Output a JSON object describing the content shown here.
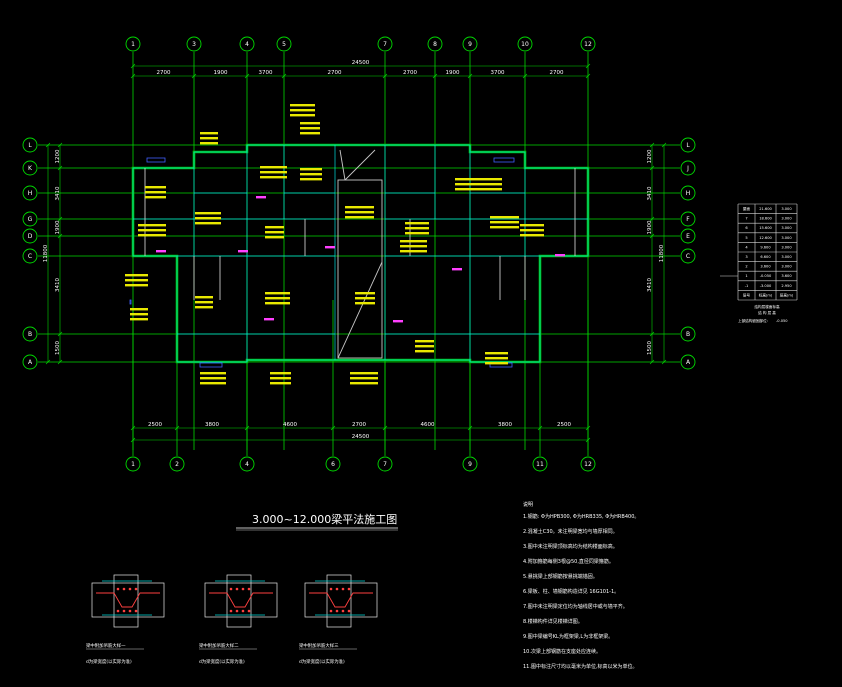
{
  "drawing": {
    "title": "3.000~12.000梁平法施工图",
    "axes_top": [
      "1",
      "3",
      "4",
      "5",
      "7",
      "8",
      "9",
      "10",
      "12"
    ],
    "axes_bottom": [
      "1",
      "2",
      "4",
      "6",
      "7",
      "9",
      "11",
      "12"
    ],
    "axes_left": [
      "L",
      "K",
      "H",
      "G",
      "D",
      "C",
      "B",
      "A"
    ],
    "axes_right": [
      "L",
      "J",
      "H",
      "F",
      "E",
      "C",
      "B",
      "A"
    ],
    "dims_top_total": "24500",
    "dims_top": [
      "2700",
      "1900",
      "3700",
      "2700",
      "2700",
      "1900",
      "3700",
      "2700"
    ],
    "dims_bottom_total": "24500",
    "dims_bottom": [
      "2500",
      "3800",
      "4600",
      "2700",
      "4600",
      "3800",
      "2500"
    ],
    "dims_left": [
      "1200",
      "3410",
      "1900",
      "3410",
      "1500"
    ],
    "dims_left_total": "11800",
    "dims_right": [
      "1200",
      "3410",
      "1900",
      "3410",
      "1500"
    ],
    "dims_right_total": "11800"
  },
  "level_table": {
    "rows": [
      [
        "屋面",
        "21.600",
        "3.000"
      ],
      [
        "7",
        "18.600",
        "3.000"
      ],
      [
        "6",
        "15.600",
        "3.000"
      ],
      [
        "5",
        "12.600",
        "3.000"
      ],
      [
        "4",
        "9.600",
        "3.000"
      ],
      [
        "3",
        "6.600",
        "3.000"
      ],
      [
        "2",
        "3.600",
        "3.000"
      ],
      [
        "1",
        "-0.050",
        "3.600"
      ],
      [
        "-1",
        "-3.000",
        "2.950"
      ],
      [
        "层号",
        "标高(m)",
        "层高(m)"
      ]
    ],
    "caption": "结构层楼面标高",
    "caption2": "结 构 层 高",
    "note1": "上部结构嵌固部位:",
    "note2": "-0.050"
  },
  "notes": {
    "heading": "说明",
    "items": [
      "1.钢筋: Φ为HPB300, Φ为HRB335, Φ为HRB400。",
      "2.混凝土C30。未注明梁宽均与墙厚相同。",
      "3.图中未注明梁顶标高均为结构楼面标高。",
      "4.附加箍筋每侧3根@50,直径同梁箍筋。",
      "5.悬挑梁上部钢筋按悬挑端锚固。",
      "6.梁板、柱、墙钢筋构造详见 16G101-1。",
      "7.图中未注明梁定位均为轴线居中或与墙平齐。",
      "8.楼梯构件详见楼梯详图。",
      "9.图中梁编号KL为框架梁,L为非框架梁。",
      "10.次梁上部钢筋在支座处应连续。",
      "11.图中标注尺寸均以毫米为单位,标高以米为单位。"
    ]
  },
  "details": [
    {
      "caption": "梁中附加吊筋大样一",
      "sub": "d为梁宽度(以实际为准)"
    },
    {
      "caption": "梁中附加吊筋大样二",
      "sub": "d为梁宽度(以实际为准)"
    },
    {
      "caption": "梁中附加吊筋大样三",
      "sub": "d为梁宽度(以实际为准)"
    }
  ],
  "colors": {
    "background": "#000000",
    "grid": "#00d800",
    "beam": "#00e0e0",
    "label": "#f0f000",
    "text": "#ffffff"
  }
}
